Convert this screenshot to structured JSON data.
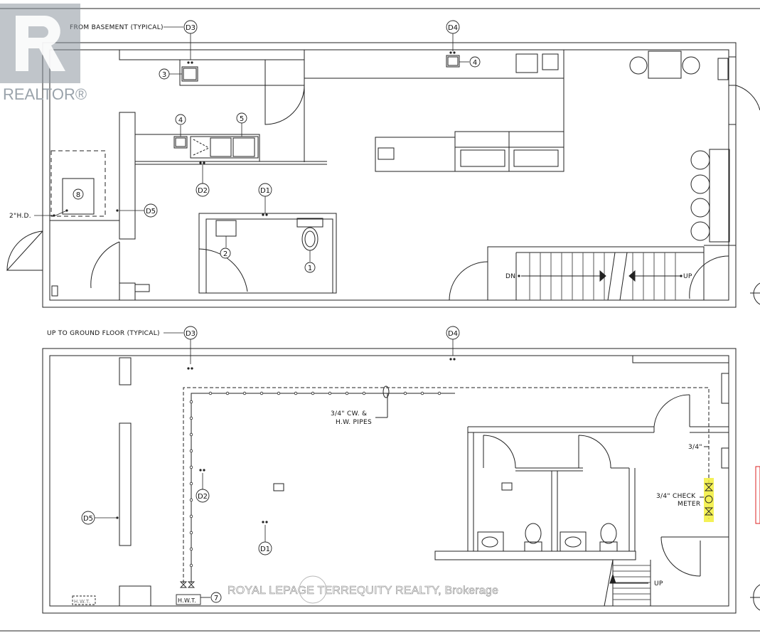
{
  "watermarks": {
    "realtor_logo": "REALTOR®",
    "brokerage": "ROYAL LEPAGE TERREQUITY REALTY, Brokerage"
  },
  "ground_floor": {
    "from_basement_label": "FROM BASEMENT (TYPICAL)",
    "hd_label": "2\"H.D.",
    "dn_label": "DN",
    "up_label": "UP",
    "tags": {
      "d1": "D1",
      "d2": "D2",
      "d3": "D3",
      "d4": "D4",
      "d5": "D5",
      "n1": "1",
      "n2": "2",
      "n3": "3",
      "n4a": "4",
      "n4b": "4",
      "n5": "5",
      "n8": "8"
    }
  },
  "basement": {
    "up_to_ground_label": "UP TO GROUND FLOOR (TYPICAL)",
    "pipes_label_line1": "3/4\" CW. &",
    "pipes_label_line2": "H.W. PIPES",
    "three_quarter_label": "3/4\"",
    "check_meter_line1": "3/4\" CHECK",
    "check_meter_line2": "METER",
    "hwt_label": "H.W.T.",
    "hwt_small_label": "H.W.T.",
    "up_label": "UP",
    "tags": {
      "d1": "D1",
      "d2": "D2",
      "d3": "D3",
      "d4": "D4",
      "d5": "D5",
      "n7": "7"
    }
  }
}
